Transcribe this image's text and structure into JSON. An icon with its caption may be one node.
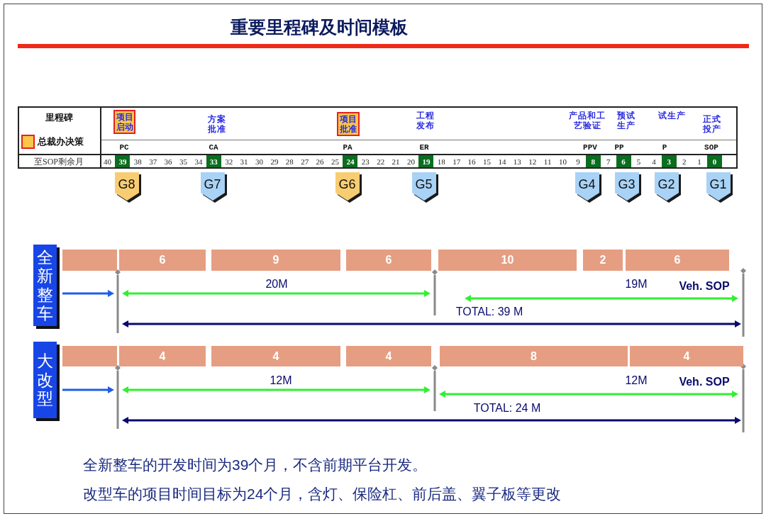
{
  "diagram": {
    "title": "重要里程碑及时间模板",
    "nodes": [
      {
        "text": [
          "项目启动"
        ]
      },
      {
        "text": [
          "项目批准"
        ]
      },
      {
        "text": [
          "G8"
        ]
      },
      {
        "text": [
          "G7"
        ]
      },
      {
        "text": [
          "G6"
        ]
      },
      {
        "text": [
          "G5"
        ]
      },
      {
        "text": [
          "G4"
        ]
      },
      {
        "text": [
          "G3"
        ]
      },
      {
        "text": [
          "G2"
        ]
      },
      {
        "text": [
          "G1"
        ]
      },
      {
        "text": [
          "全新整车"
        ]
      },
      {
        "text": [],
        "shape": "bar"
      },
      {
        "text": [
          "6"
        ]
      },
      {
        "text": [
          "9"
        ]
      },
      {
        "text": [
          "6"
        ]
      },
      {
        "text": [
          "10"
        ]
      },
      {
        "text": [
          "2"
        ]
      },
      {
        "text": [
          "6"
        ]
      },
      {
        "text": [
          "大改型"
        ]
      },
      {
        "text": [],
        "shape": "bar"
      },
      {
        "text": [
          "4"
        ]
      },
      {
        "text": [
          "4"
        ]
      },
      {
        "text": [
          "4"
        ]
      },
      {
        "text": [
          "8"
        ]
      },
      {
        "text": [
          "4"
        ]
      }
    ],
    "labels": [
      "里程碑",
      "方案批准",
      "工程发布",
      "产品和工艺验证",
      "预试生产",
      "试生产",
      "正式投产",
      "PC",
      "CA",
      "PA",
      "ER",
      "PPV",
      "PP",
      "P",
      "SOP",
      "至SOP剩余月",
      "40",
      "39",
      "38",
      "37",
      "36",
      "35",
      "34",
      "33",
      "32",
      "31",
      "30",
      "29",
      "28",
      "27",
      "26",
      "25",
      "24",
      "23",
      "22",
      "21",
      "20",
      "19",
      "18",
      "17",
      "16",
      "15",
      "14",
      "13",
      "12",
      "11",
      "10",
      "9",
      "8",
      "7",
      "6",
      "5",
      "4",
      "3",
      "2",
      "1",
      "0",
      "20M",
      "19M",
      "Veh. SOP",
      "TOTAL: 39 M",
      "12M",
      "12M",
      "Veh. SOP",
      "TOTAL: 24 M",
      "全新整车的开发时间为39个月，不含前期平台开发。",
      "改型车的项目时间目标为24个月，含灯、保险杠、前后盖、翼子板等更改"
    ],
    "legend": [
      {
        "text": "总裁办决策",
        "color": "#f9c84a"
      }
    ]
  }
}
